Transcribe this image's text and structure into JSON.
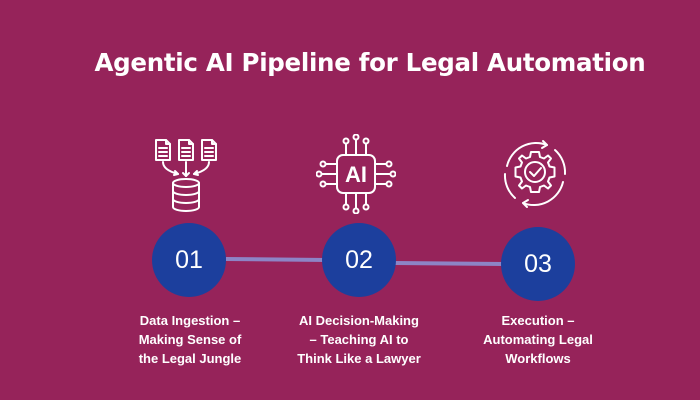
{
  "title": "Agentic AI Pipeline for Legal Automation",
  "colors": {
    "background": "#96235a",
    "circle": "#1c3f9d",
    "connector": "#8d84c6",
    "text": "#ffffff"
  },
  "steps": [
    {
      "number": "01",
      "icon": "documents-to-database-icon",
      "label_lines": [
        "Data Ingestion –",
        "Making Sense of",
        "the Legal Jungle"
      ]
    },
    {
      "number": "02",
      "icon": "ai-chip-icon",
      "icon_text": "AI",
      "label_lines": [
        "AI Decision-Making",
        "– Teaching AI to",
        "Think Like a Lawyer"
      ]
    },
    {
      "number": "03",
      "icon": "gear-cycle-check-icon",
      "label_lines": [
        "Execution –",
        "Automating Legal",
        "Workflows"
      ]
    }
  ]
}
